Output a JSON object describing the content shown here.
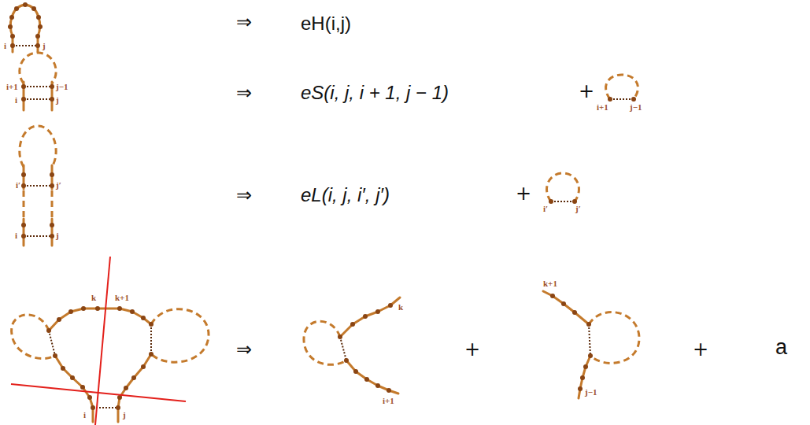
{
  "diagram": {
    "labels": [
      "i",
      "j",
      "⇒",
      "eH(i,j)",
      "i+1",
      "j−1",
      "i",
      "j",
      "⇒",
      "eS(i, j, i + 1, j − 1)",
      "+",
      "i+1",
      "j−1",
      "i′",
      "j′",
      "i",
      "j",
      "⇒",
      "eL(i, j, i′, j′)",
      "+",
      "i′",
      "j′",
      "k",
      "k+1",
      "i",
      "j",
      "⇒",
      "k",
      "i+1",
      "+",
      "k+1",
      "j−1",
      "+",
      "a"
    ]
  }
}
